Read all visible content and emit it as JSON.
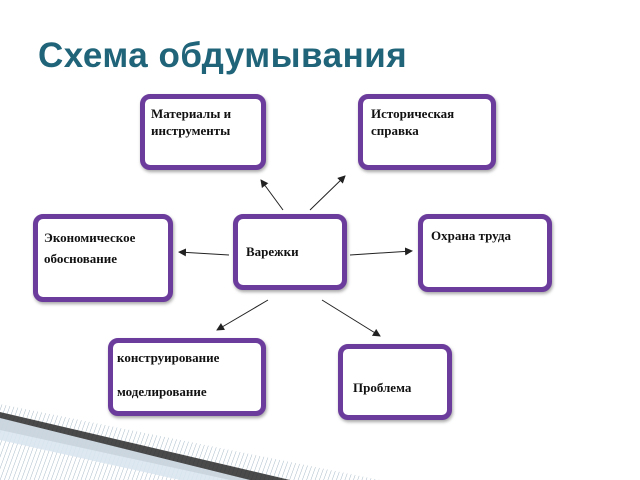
{
  "title": "Схема обдумывания",
  "center": "Варежки",
  "nodes": {
    "materials": "Материалы и\nинструменты",
    "history": "Историческая\nсправка",
    "economics": "Экономическое\nобоснование",
    "safety": "Охрана труда",
    "construction": "конструирование\n\nмоделирование",
    "problem": "Проблема"
  },
  "edges": [
    [
      "center",
      "materials"
    ],
    [
      "center",
      "history"
    ],
    [
      "center",
      "economics"
    ],
    [
      "center",
      "safety"
    ],
    [
      "center",
      "construction"
    ],
    [
      "center",
      "problem"
    ]
  ],
  "colors": {
    "title": "#1f6479",
    "node_border": "#6c3c9c"
  }
}
